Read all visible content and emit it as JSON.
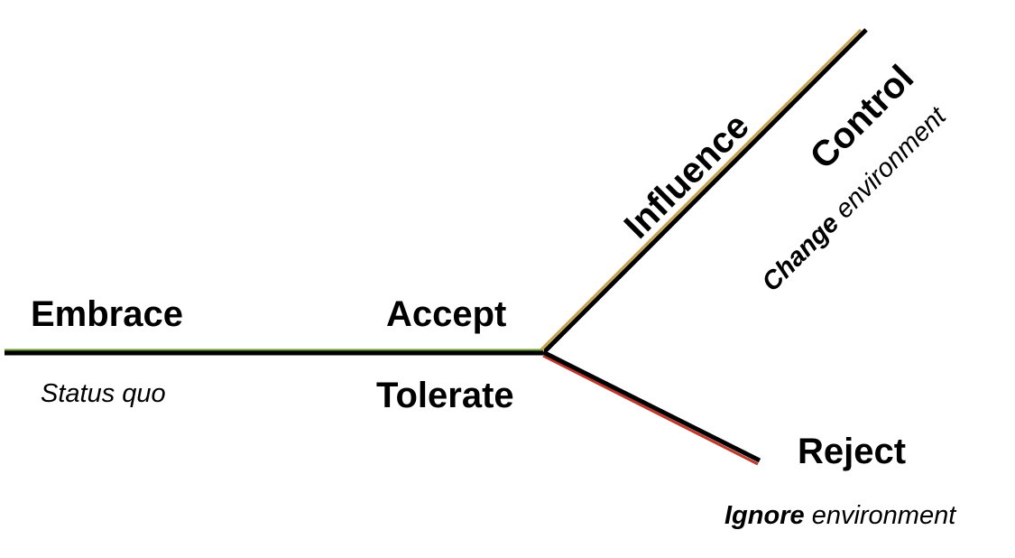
{
  "labels": {
    "embrace": "Embrace",
    "status_quo": "Status quo",
    "accept": "Accept",
    "tolerate": "Tolerate",
    "influence": "Influence",
    "control": "Control",
    "change_word": "Change",
    "change_env": "environment",
    "reject": "Reject",
    "ignore_word": "Ignore",
    "ignore_env": "environment"
  },
  "colors": {
    "line": "#000000",
    "embrace_accent": "#6a9a3a",
    "influence_accent": "#c9a24a",
    "reject_accent": "#c0392b"
  }
}
